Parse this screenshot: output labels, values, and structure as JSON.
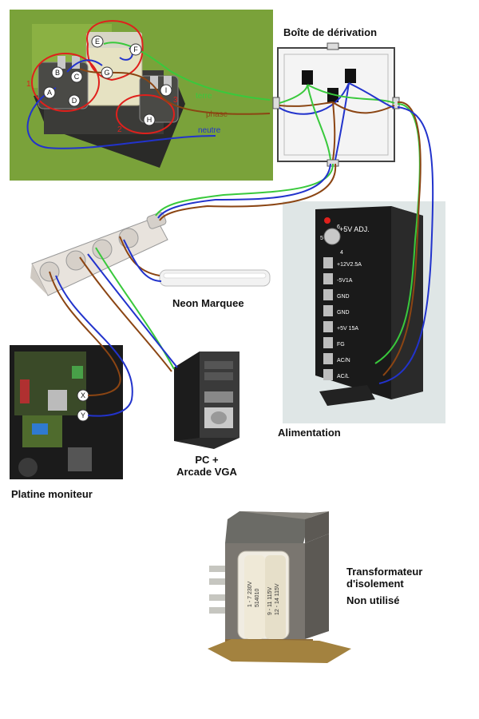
{
  "labels": {
    "derivation_box": "Boîte de dérivation",
    "neon": "Neon Marquee",
    "alimentation": "Alimentation",
    "pc_line1": "PC +",
    "pc_line2": "Arcade VGA",
    "platine": "Platine moniteur",
    "transfo_line1": "Transformateur",
    "transfo_line2": "d'isolement",
    "non_utilise": "Non utilisé"
  },
  "wires": {
    "terre": "terre",
    "phase": "phase",
    "neutre": "neutre"
  },
  "socket_points": [
    "A",
    "B",
    "C",
    "D",
    "E",
    "F",
    "G",
    "H",
    "I"
  ],
  "socket_numbers": [
    "1",
    "2",
    "3"
  ],
  "monitor_points": [
    "X",
    "Y"
  ],
  "psu": {
    "header": "+5V ADJ.",
    "knob_marks": [
      "5",
      "6",
      "4"
    ],
    "terminals": [
      "+12V2.5A",
      "-5V1A",
      "GND",
      "GND",
      "+5V 15A",
      "FG",
      "AC/N",
      "AC/L"
    ]
  },
  "transformer_text": [
    "1 - 7 230V",
    "514010",
    "9 - 11 115V",
    "12 - 14 115V"
  ],
  "wire_colors": {
    "earth": "#39c93c",
    "phase": "#8b4513",
    "neutral": "#2233cc",
    "red": "#e0201c"
  }
}
